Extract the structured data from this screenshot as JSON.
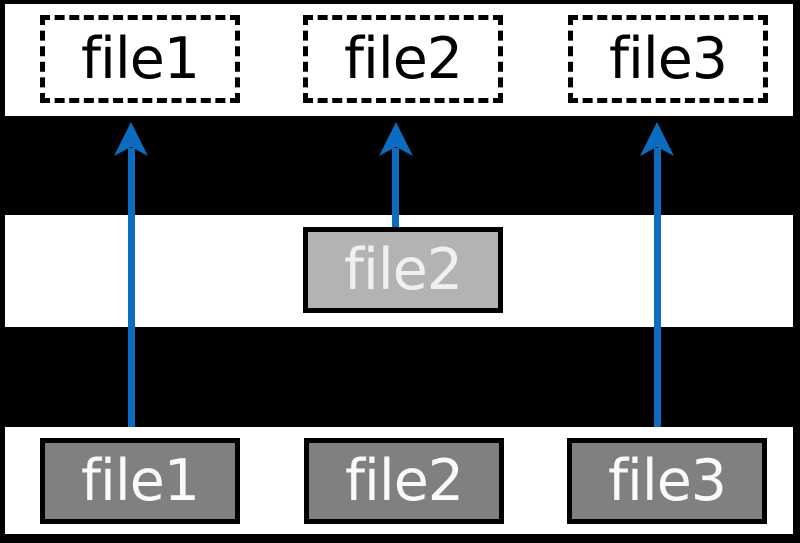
{
  "diagram": {
    "type": "layered-files-overlay",
    "colors": {
      "background": "#000000",
      "band_fill": "#ffffff",
      "arrow": "#0c6dc0",
      "box_border": "#000000",
      "top_box_fill": "#ffffff",
      "top_box_text": "#000000",
      "middle_box_fill": "#b3b3b3",
      "middle_box_text": "#f0f0f0",
      "bottom_box_fill": "#808080",
      "bottom_box_text": "#fafafa"
    },
    "rows": {
      "top": {
        "style": "dashed",
        "boxes": [
          {
            "label": "file1"
          },
          {
            "label": "file2"
          },
          {
            "label": "file3"
          }
        ]
      },
      "middle": {
        "style": "solid",
        "boxes": [
          {
            "label": "file2"
          }
        ]
      },
      "bottom": {
        "style": "solid",
        "boxes": [
          {
            "label": "file1"
          },
          {
            "label": "file2"
          },
          {
            "label": "file3"
          }
        ]
      }
    },
    "arrows": [
      {
        "name": "file1-up-arrow",
        "from": "bottom file1",
        "to": "top file1"
      },
      {
        "name": "file2-up-arrow",
        "from": "middle file2",
        "to": "top file2"
      },
      {
        "name": "file3-up-arrow",
        "from": "bottom file3",
        "to": "top file3"
      }
    ]
  }
}
